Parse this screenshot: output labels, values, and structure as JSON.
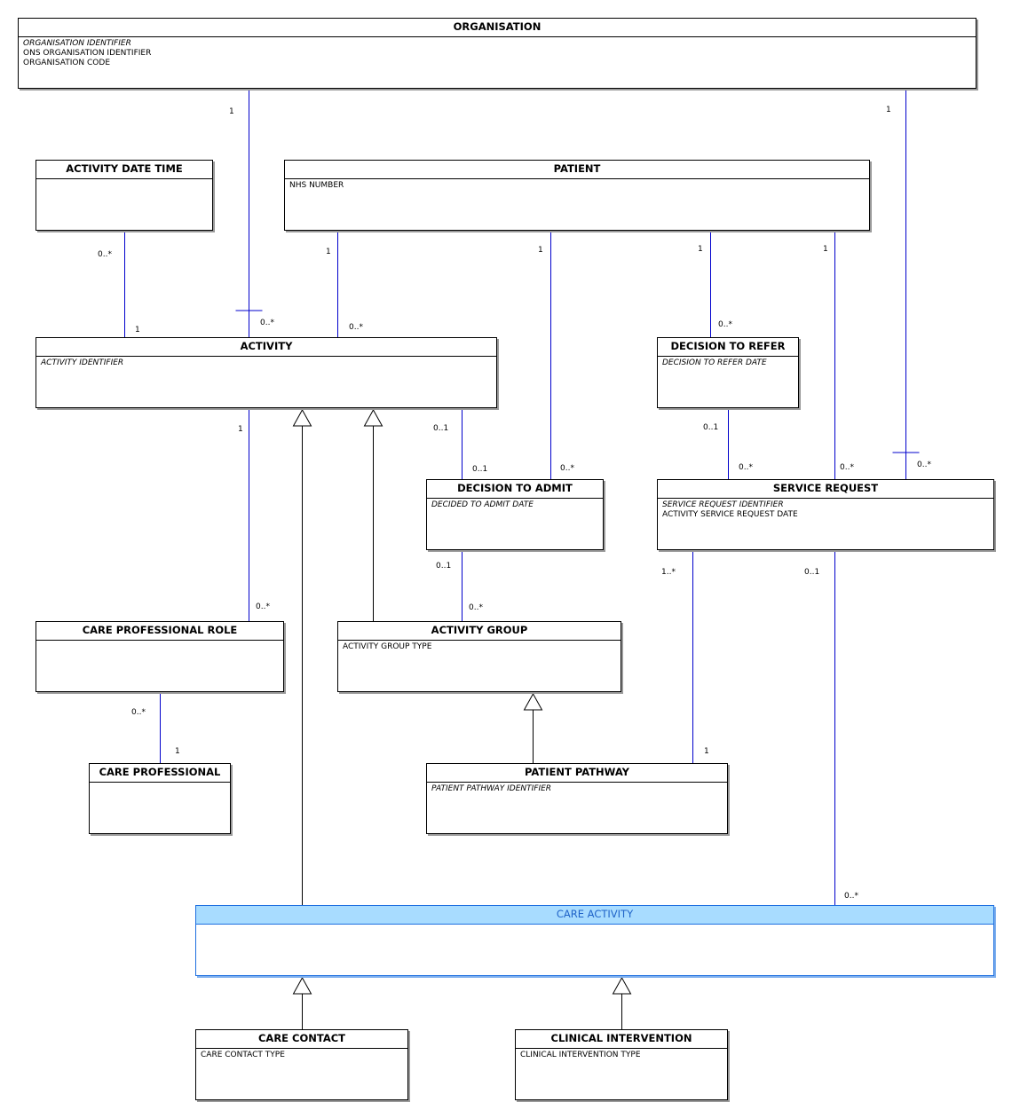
{
  "entities": {
    "organisation": {
      "title": "ORGANISATION",
      "attrs": [
        {
          "text": "ORGANISATION IDENTIFIER",
          "key": true
        },
        {
          "text": "ONS ORGANISATION IDENTIFIER",
          "key": false
        },
        {
          "text": "ORGANISATION CODE",
          "key": false
        }
      ]
    },
    "activity_date_time": {
      "title": "ACTIVITY DATE TIME",
      "attrs": []
    },
    "patient": {
      "title": "PATIENT",
      "attrs": [
        {
          "text": "NHS NUMBER",
          "key": false
        }
      ]
    },
    "activity": {
      "title": "ACTIVITY",
      "attrs": [
        {
          "text": "ACTIVITY IDENTIFIER",
          "key": true
        }
      ]
    },
    "decision_to_refer": {
      "title": "DECISION TO REFER",
      "attrs": [
        {
          "text": "DECISION TO REFER DATE",
          "key": true
        }
      ]
    },
    "decision_to_admit": {
      "title": "DECISION TO ADMIT",
      "attrs": [
        {
          "text": "DECIDED TO ADMIT DATE",
          "key": true
        }
      ]
    },
    "service_request": {
      "title": "SERVICE REQUEST",
      "attrs": [
        {
          "text": "SERVICE REQUEST IDENTIFIER",
          "key": true
        },
        {
          "text": "ACTIVITY SERVICE REQUEST DATE",
          "key": false
        }
      ]
    },
    "care_professional_role": {
      "title": "CARE PROFESSIONAL ROLE",
      "attrs": []
    },
    "activity_group": {
      "title": "ACTIVITY GROUP",
      "attrs": [
        {
          "text": "ACTIVITY GROUP TYPE",
          "key": false
        }
      ]
    },
    "care_professional": {
      "title": "CARE PROFESSIONAL",
      "attrs": []
    },
    "patient_pathway": {
      "title": "PATIENT PATHWAY",
      "attrs": [
        {
          "text": "PATIENT PATHWAY IDENTIFIER",
          "key": true
        }
      ]
    },
    "care_activity": {
      "title": "CARE ACTIVITY",
      "attrs": [],
      "highlighted": true
    },
    "care_contact": {
      "title": "CARE CONTACT",
      "attrs": [
        {
          "text": "CARE CONTACT TYPE",
          "key": false
        }
      ]
    },
    "clinical_intervention": {
      "title": "CLINICAL INTERVENTION",
      "attrs": [
        {
          "text": "CLINICAL INTERVENTION TYPE",
          "key": false
        }
      ]
    }
  },
  "relationships": [
    {
      "from": "organisation",
      "to": "activity",
      "from_mult": "1",
      "to_mult": "0..*"
    },
    {
      "from": "organisation",
      "to": "service_request",
      "from_mult": "1",
      "to_mult": "0..*"
    },
    {
      "from": "activity_date_time",
      "to": "activity",
      "from_mult": "0..*",
      "to_mult": "1"
    },
    {
      "from": "patient",
      "to": "activity",
      "from_mult": "1",
      "to_mult": "0..*"
    },
    {
      "from": "patient",
      "to": "decision_to_admit",
      "from_mult": "1",
      "to_mult": "0..*"
    },
    {
      "from": "patient",
      "to": "decision_to_refer",
      "from_mult": "1",
      "to_mult": "0..*"
    },
    {
      "from": "patient",
      "to": "service_request",
      "from_mult": "1",
      "to_mult": "0..*"
    },
    {
      "from": "activity",
      "to": "care_professional_role",
      "from_mult": "1",
      "to_mult": "0..*"
    },
    {
      "from": "activity",
      "to": "decision_to_admit",
      "from_mult": "0..1",
      "to_mult": "0..1"
    },
    {
      "from": "decision_to_refer",
      "to": "service_request",
      "from_mult": "0..1",
      "to_mult": "0..*"
    },
    {
      "from": "decision_to_admit",
      "to": "activity_group",
      "from_mult": "0..1",
      "to_mult": "0..*"
    },
    {
      "from": "care_professional_role",
      "to": "care_professional",
      "from_mult": "0..*",
      "to_mult": "1"
    },
    {
      "from": "service_request",
      "to": "patient_pathway",
      "from_mult": "1..*",
      "to_mult": "1"
    },
    {
      "from": "service_request",
      "to": "care_activity",
      "from_mult": "0..1",
      "to_mult": "0..*"
    }
  ],
  "generalizations": [
    {
      "child": "care_activity",
      "parent": "activity"
    },
    {
      "child": "activity_group",
      "parent": "activity"
    },
    {
      "child": "patient_pathway",
      "parent": "activity_group"
    },
    {
      "child": "care_contact",
      "parent": "care_activity"
    },
    {
      "child": "clinical_intervention",
      "parent": "care_activity"
    }
  ],
  "colors": {
    "association_line": "#0000cc",
    "generalization_line": "#000000",
    "highlight_fill": "#a8dcff",
    "highlight_text": "#1f63c8",
    "highlight_border": "#1e6fe0"
  }
}
